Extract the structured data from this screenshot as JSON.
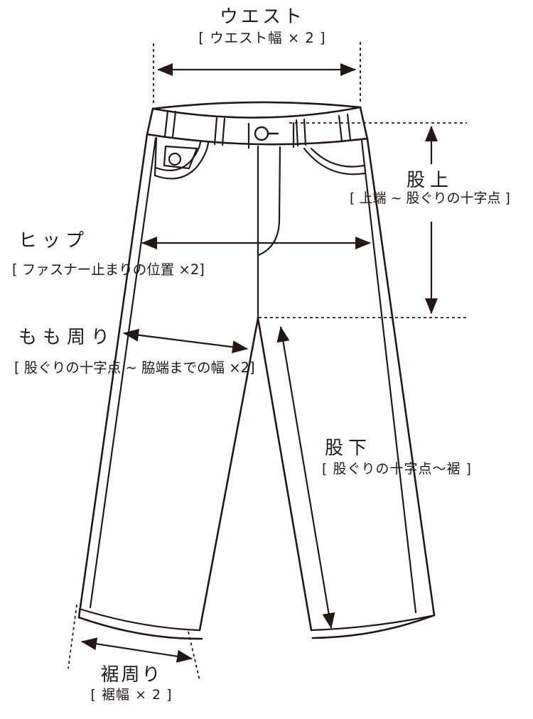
{
  "colors": {
    "line": "#231815",
    "background": "#ffffff"
  },
  "measurements": [
    {
      "name": "waist",
      "label": "ウエスト",
      "note": "[ ウエスト幅 × 2 ]"
    },
    {
      "name": "rise",
      "label": "股上",
      "note": "[ 上端 ~ 股ぐりの十字点 ]"
    },
    {
      "name": "hip",
      "label": "ヒップ",
      "note": "[ ファスナー止まりの位置 ×2]"
    },
    {
      "name": "thigh",
      "label": "もも周り",
      "note": "[ 股ぐりの十字点 ~ 脇端までの幅 ×2]"
    },
    {
      "name": "inseam",
      "label": "股下",
      "note": "[ 股ぐりの十字点〜裾 ]"
    },
    {
      "name": "hem",
      "label": "裾周り",
      "note": "[ 裾幅 × 2 ]"
    }
  ]
}
